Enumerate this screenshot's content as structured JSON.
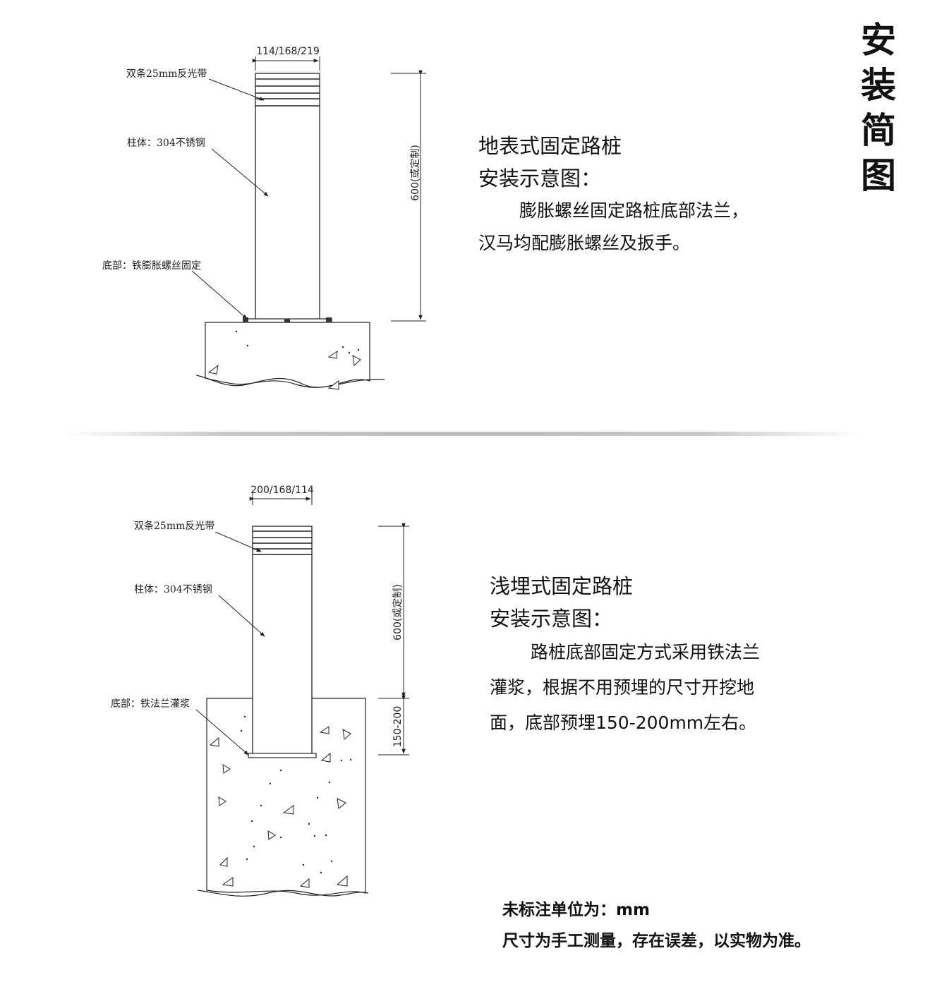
{
  "side_title": [
    "安",
    "装",
    "简",
    "图"
  ],
  "diagram1": {
    "width_dim": "114/168/219",
    "height_dim": "600(或定制)",
    "label_reflective": "双条25mm反光带",
    "label_body": "柱体：304不锈钢",
    "label_base": "底部：铁膨胀螺丝固定",
    "title_line1": "地表式固定路桩",
    "title_line2": "安装示意图：",
    "desc_line1": "膨胀螺丝固定路桩底部法兰，",
    "desc_line2": "汉马均配膨胀螺丝及扳手。"
  },
  "diagram2": {
    "width_dim": "200/168/114",
    "height_dim": "600(或定制)",
    "embed_dim": "150-200",
    "label_reflective": "双条25mm反光带",
    "label_body": "柱体：304不锈钢",
    "label_base": "底部：铁法兰灌浆",
    "title_line1": "浅埋式固定路桩",
    "title_line2": "安装示意图：",
    "desc_line1": "路桩底部固定方式采用铁法兰",
    "desc_line2": "灌浆，根据不用预埋的尺寸开挖地",
    "desc_line3": "面，底部预埋150-200mm左右。"
  },
  "note": {
    "line1": "未标注单位为：mm",
    "line2": "尺寸为手工测量，存在误差，以实物为准。"
  }
}
